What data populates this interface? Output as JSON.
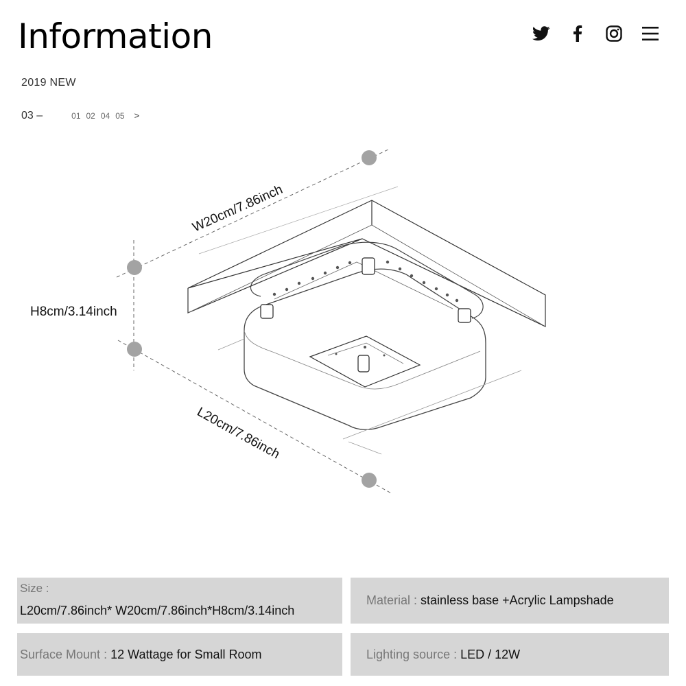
{
  "header": {
    "title": "Information",
    "icons": [
      "twitter-icon",
      "facebook-icon",
      "instagram-icon",
      "menu-icon"
    ]
  },
  "subtitle": "2019 NEW",
  "pager": {
    "current": "03 –",
    "pages": [
      "01",
      "02",
      "04",
      "05"
    ],
    "next": ">"
  },
  "drawing": {
    "width_label": "W20cm/7.86inch",
    "height_label": "H8cm/3.14inch",
    "length_label": "L20cm/7.86inch"
  },
  "specs": {
    "size_label": "Size :",
    "size_value": "L20cm/7.86inch* W20cm/7.86inch*H8cm/3.14inch",
    "material_label": "Material :",
    "material_value": "stainless base +Acrylic Lampshade",
    "mount_label": "Surface Mount :",
    "mount_value": "12 Wattage for Small Room",
    "lighting_label": "Lighting source :",
    "lighting_value": "LED / 12W"
  },
  "colors": {
    "panel": "#d6d6d6",
    "marker": "#a3a3a3",
    "ink": "#111111"
  }
}
